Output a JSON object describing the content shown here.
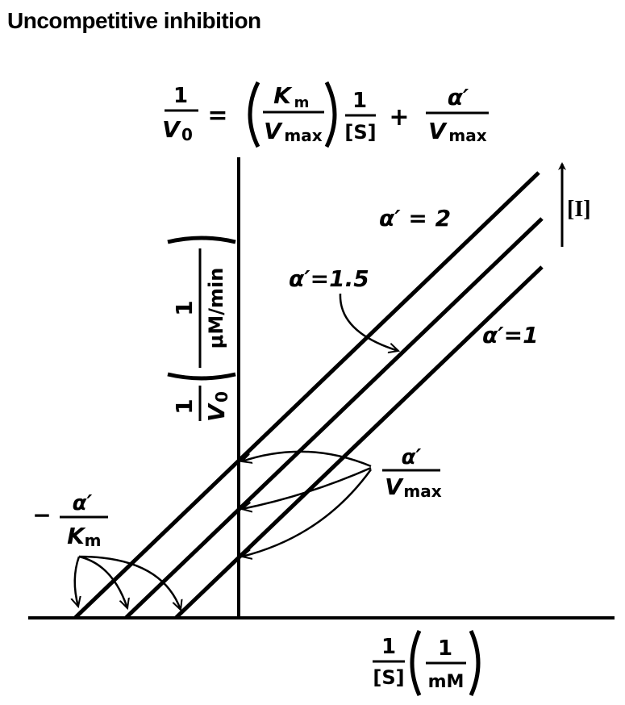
{
  "title": "Uncompetitive inhibition",
  "equation": {
    "lhs_num": "1",
    "lhs_den": "V",
    "lhs_den_sub": "0",
    "equals": "=",
    "km_num": "K",
    "km_num_sub": "m",
    "km_den": "V",
    "km_den_sub": "max",
    "s_num": "1",
    "s_den": "[S]",
    "plus": "+",
    "a_num": "α′",
    "a_den": "V",
    "a_den_sub": "max"
  },
  "y_axis_label": {
    "outer_num": "1",
    "outer_den": "V",
    "outer_den_sub": "0",
    "inner_num": "1",
    "inner_den": "μM/min"
  },
  "x_axis_label": {
    "outer_num": "1",
    "outer_den": "[S]",
    "inner_num": "1",
    "inner_den": "mM"
  },
  "arrow_label": "[I]",
  "lines": [
    {
      "label": "α′ = 2"
    },
    {
      "label": "α′=1.5"
    },
    {
      "label": "α′=1"
    }
  ],
  "intercept_label": {
    "num": "α′",
    "den": "V",
    "den_sub": "max"
  },
  "x_intercept_label": {
    "sign": "−",
    "num": "α′",
    "den": "K",
    "den_sub": "m"
  }
}
